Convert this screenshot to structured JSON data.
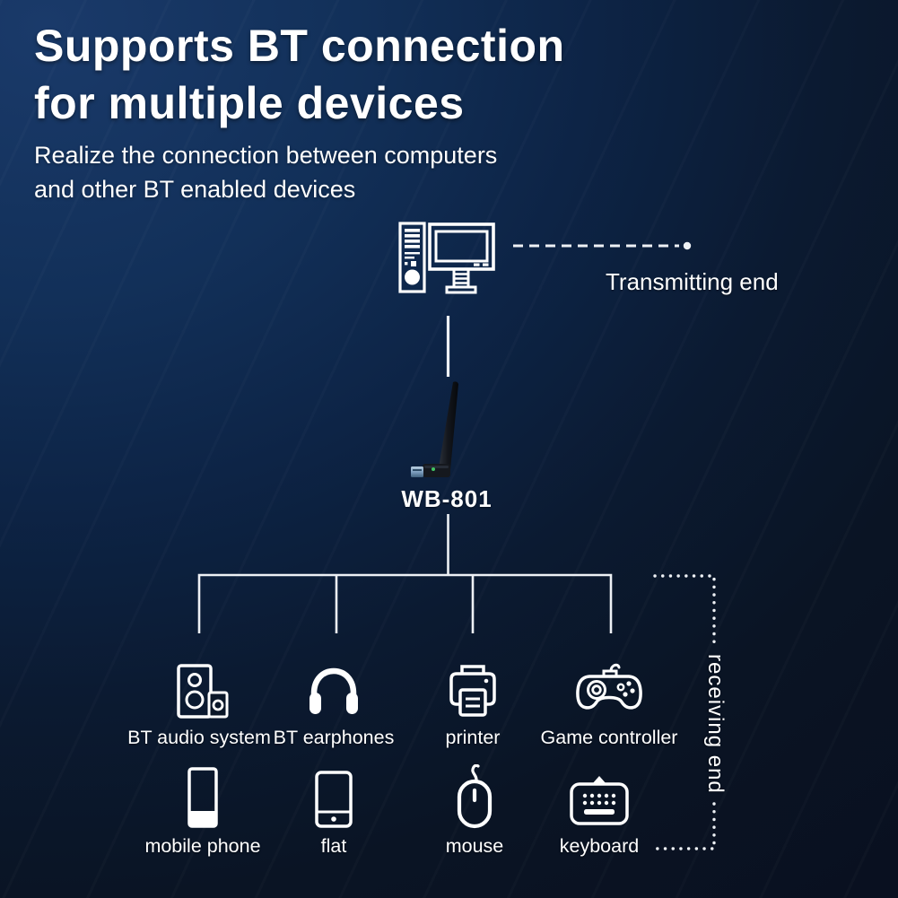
{
  "hero": {
    "title_line1": "Supports BT connection",
    "title_line2": "for multiple devices",
    "subtitle_line1": "Realize the connection between computers",
    "subtitle_line2": "and other BT enabled devices"
  },
  "diagram": {
    "transmitting_label": "Transmitting end",
    "receiving_label": "receiving end",
    "adapter_model": "WB-801",
    "source_icon": "desktop-computer-icon",
    "adapter_icon": "usb-antenna-adapter",
    "devices": [
      {
        "icon": "speaker-icon",
        "label": "BT audio system"
      },
      {
        "icon": "headphones-icon",
        "label": "BT earphones"
      },
      {
        "icon": "printer-icon",
        "label": "printer"
      },
      {
        "icon": "gamepad-icon",
        "label": "Game controller"
      },
      {
        "icon": "mobile-phone-icon",
        "label": "mobile phone"
      },
      {
        "icon": "tablet-icon",
        "label": "flat"
      },
      {
        "icon": "mouse-icon",
        "label": "mouse"
      },
      {
        "icon": "keyboard-icon",
        "label": "keyboard"
      }
    ]
  },
  "colors": {
    "background_light": "#1a3a6a",
    "background_dark": "#091020",
    "text": "#ffffff",
    "line": "#eef1f5",
    "adapter_body": "#15181e",
    "adapter_led": "#41c463",
    "adapter_usb": "#7fa0c0"
  }
}
